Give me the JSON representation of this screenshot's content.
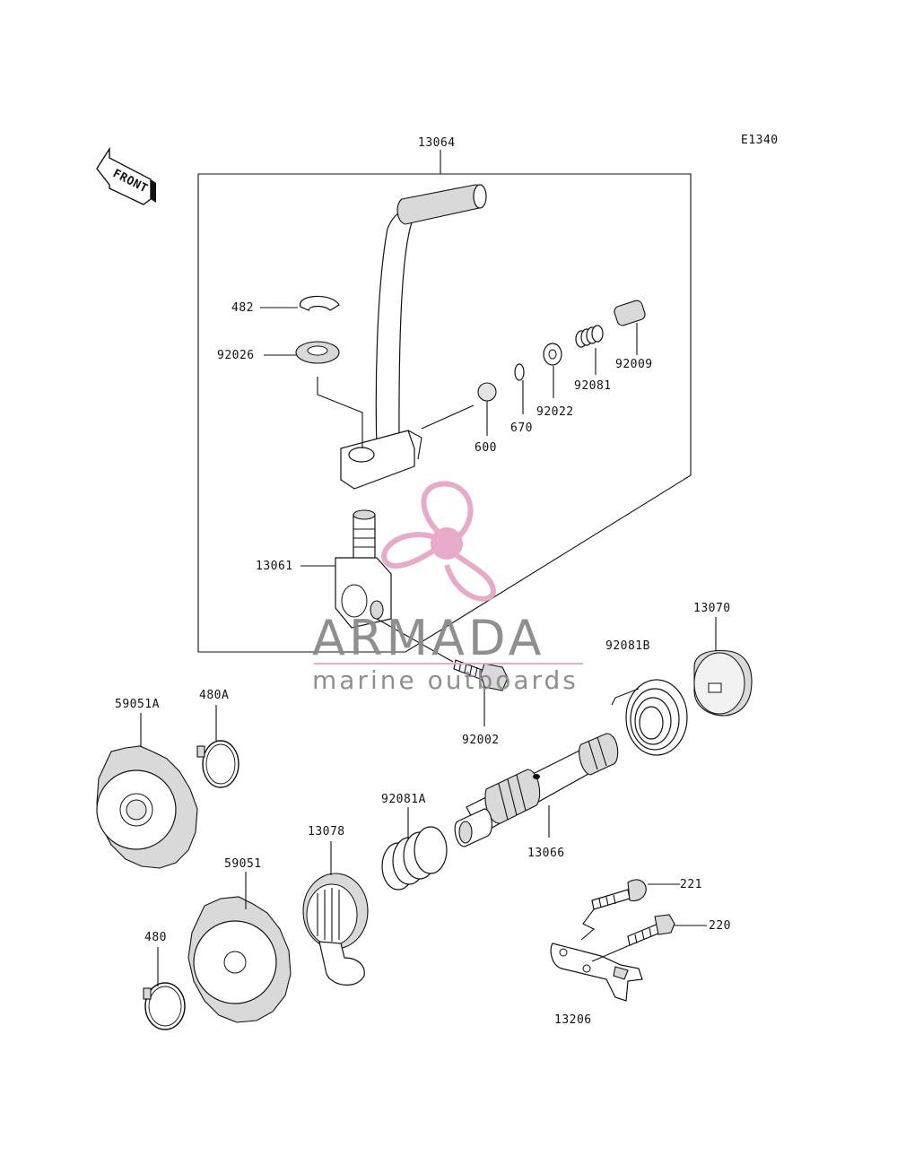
{
  "diagram": {
    "code": "E1340",
    "front_label": "FRONT",
    "callouts": {
      "c13064": "13064",
      "c482": "482",
      "c92026": "92026",
      "c92009": "92009",
      "c92081": "92081",
      "c92022": "92022",
      "c670": "670",
      "c600": "600",
      "c13061": "13061",
      "c13070": "13070",
      "c92081B": "92081B",
      "c92002": "92002",
      "c59051A": "59051A",
      "c480A": "480A",
      "c92081A": "92081A",
      "c13066": "13066",
      "c13078": "13078",
      "c59051": "59051",
      "c221": "221",
      "c220": "220",
      "c480": "480",
      "c13206": "13206"
    }
  },
  "watermark": {
    "brand": "ARMADA",
    "tagline": "marine outboards",
    "accent_color": "#e6a6c8"
  }
}
